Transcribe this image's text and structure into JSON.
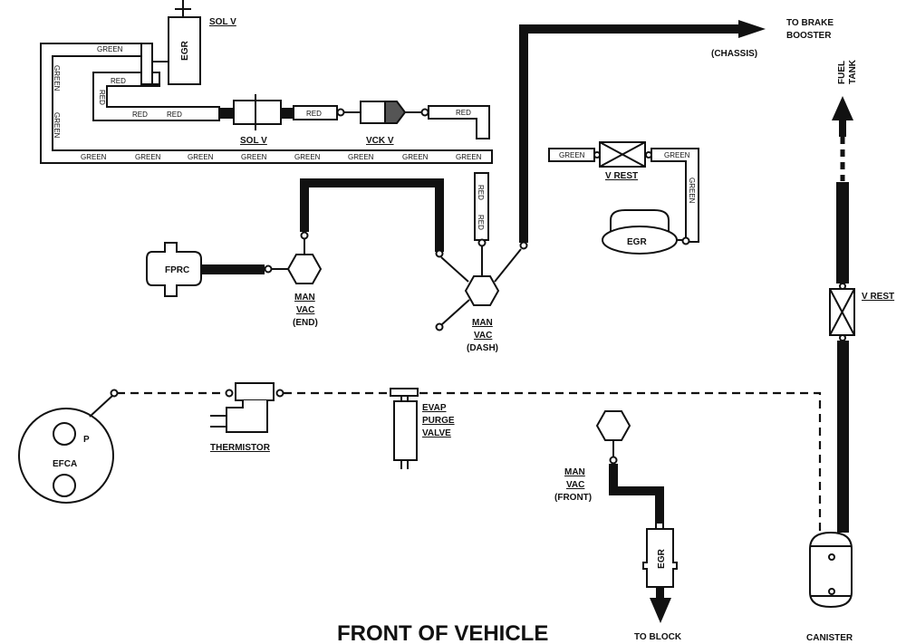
{
  "diagram": {
    "title": "FRONT OF VEHICLE",
    "hose_colors": {
      "green": "GREEN",
      "red": "RED"
    },
    "components": {
      "egr_top": "EGR",
      "sol_v_top": "SOL V",
      "sol_v_mid": "SOL V",
      "vck_v": "VCK V",
      "fprc": "FPRC",
      "man_vac_end": [
        "MAN",
        "VAC",
        "(END)"
      ],
      "man_vac_dash": [
        "MAN",
        "VAC",
        "(DASH)"
      ],
      "v_rest_mid": "V REST",
      "egr_mid": "EGR",
      "v_rest_right": "V REST",
      "efca": "EFCA",
      "efca_port": "P",
      "thermistor": "THERMISTOR",
      "evap_purge_valve": [
        "EVAP",
        "PURGE",
        "VALVE"
      ],
      "man_vac_front": [
        "MAN",
        "VAC",
        "(FRONT)"
      ],
      "egr_bottom": "EGR",
      "canister": "CANISTER"
    },
    "destinations": {
      "brake_booster": [
        "TO BRAKE",
        "BOOSTER"
      ],
      "chassis": "(CHASSIS)",
      "fuel_tank": [
        "FUEL",
        "TANK"
      ],
      "to_block": "TO BLOCK"
    }
  }
}
